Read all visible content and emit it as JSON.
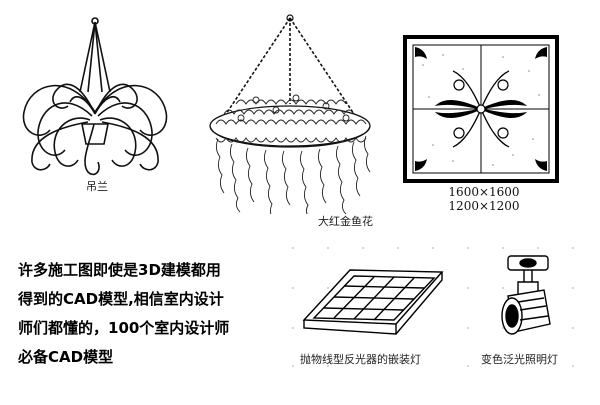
{
  "items": {
    "hanging_plant": {
      "caption": "吊兰"
    },
    "flower_basket": {
      "caption": "大红金鱼花"
    },
    "floor_tile": {
      "dims_line1": "1600×1600",
      "dims_line2": "1200×1200"
    },
    "grille_light": {
      "caption": "抛物线型反光器的嵌装灯"
    },
    "spot_light": {
      "caption": "变色泛光照明灯"
    }
  },
  "description": {
    "line1": "许多施工图即使是3D建模都用",
    "line2": "得到的CAD模型,相信室内设计",
    "line3": "师们都懂的，100个室内设计师",
    "line4": "必备CAD模型"
  }
}
